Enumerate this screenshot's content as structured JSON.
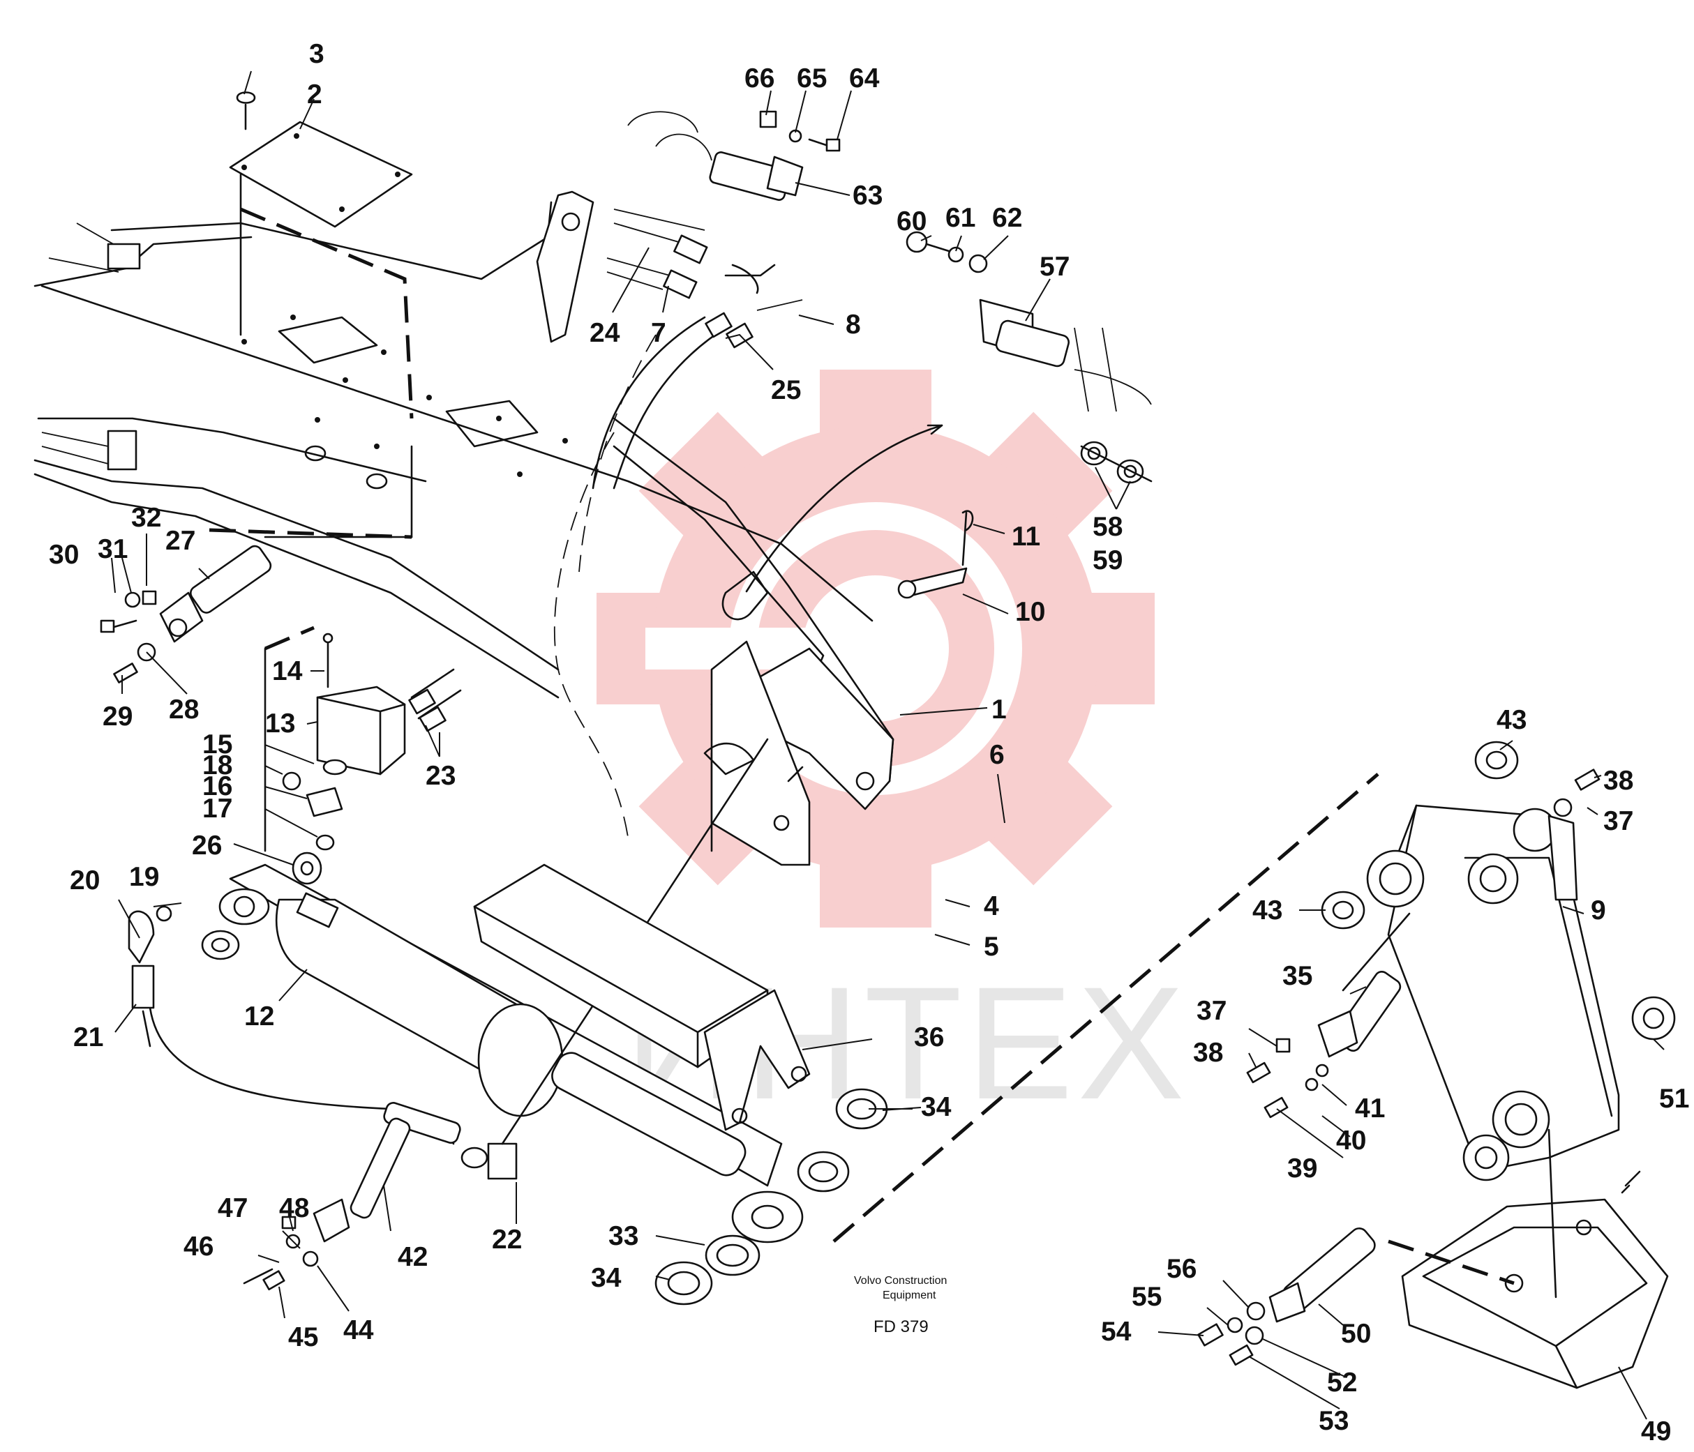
{
  "caption": {
    "company_line1": "Volvo Construction",
    "company_line2": "Equipment",
    "figure_code": "FD 379"
  },
  "watermark": {
    "text": "ИНТЕХ",
    "logo_color": "#f2a0a0"
  },
  "labels": {
    "l1": "1",
    "l2": "2",
    "l3": "3",
    "l4": "4",
    "l5": "5",
    "l6": "6",
    "l7": "7",
    "l8": "8",
    "l9": "9",
    "l10": "10",
    "l11": "11",
    "l12": "12",
    "l13": "13",
    "l14": "14",
    "l15": "15",
    "l16": "16",
    "l17": "17",
    "l18": "18",
    "l19": "19",
    "l20": "20",
    "l21": "21",
    "l22": "22",
    "l23": "23",
    "l24": "24",
    "l25": "25",
    "l26": "26",
    "l27": "27",
    "l28": "28",
    "l29": "29",
    "l30": "30",
    "l31": "31",
    "l32": "32",
    "l33": "33",
    "l34a": "34",
    "l34b": "34",
    "l35": "35",
    "l36": "36",
    "l37a": "37",
    "l37b": "37",
    "l38a": "38",
    "l38b": "38",
    "l39": "39",
    "l40": "40",
    "l41": "41",
    "l42": "42",
    "l43a": "43",
    "l43b": "43",
    "l44": "44",
    "l45": "45",
    "l46": "46",
    "l47": "47",
    "l48": "48",
    "l49": "49",
    "l50": "50",
    "l51": "51",
    "l52": "52",
    "l53": "53",
    "l54": "54",
    "l55": "55",
    "l56": "56",
    "l57": "57",
    "l58": "58",
    "l59": "59",
    "l60": "60",
    "l61": "61",
    "l62": "62",
    "l63": "63",
    "l64": "64",
    "l65": "65",
    "l66": "66"
  }
}
